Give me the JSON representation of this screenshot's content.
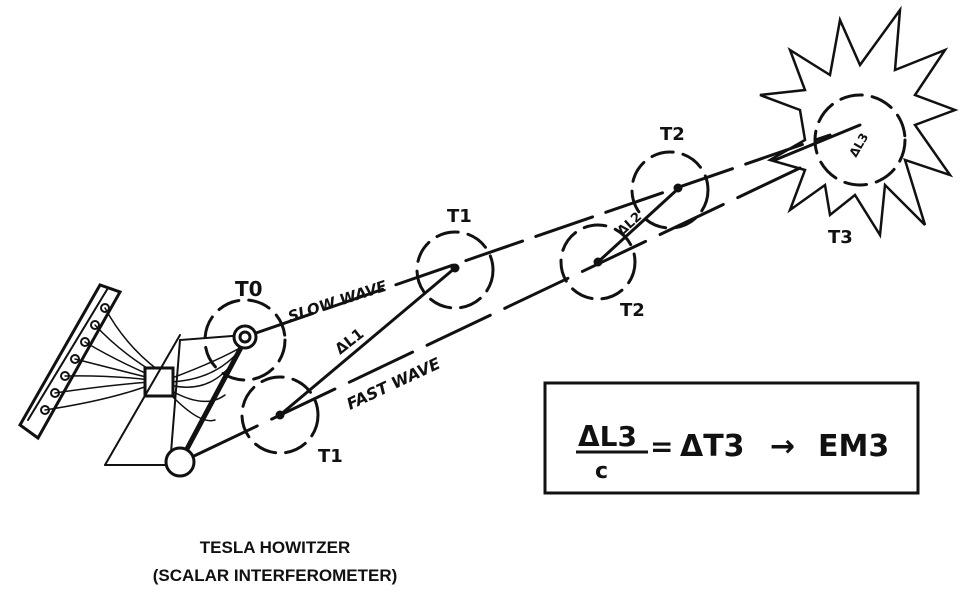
{
  "labels": {
    "t0": "T0",
    "t1_upper": "T1",
    "t1_lower": "T1",
    "t2_upper": "T2",
    "t2_lower": "T2",
    "t3": "T3",
    "slow_wave": "SLOW WAVE",
    "fast_wave": "FAST WAVE",
    "dl1": "ΔL1",
    "dl2": "ΔL2",
    "dl3": "ΔL3"
  },
  "equation": {
    "numerator": "ΔL3",
    "denominator": "c",
    "equals": "=",
    "middle": "ΔT3",
    "arrow": "→",
    "result": "EM3"
  },
  "caption": {
    "line1": "TESLA HOWITZER",
    "line2": "(SCALAR INTERFEROMETER)"
  }
}
